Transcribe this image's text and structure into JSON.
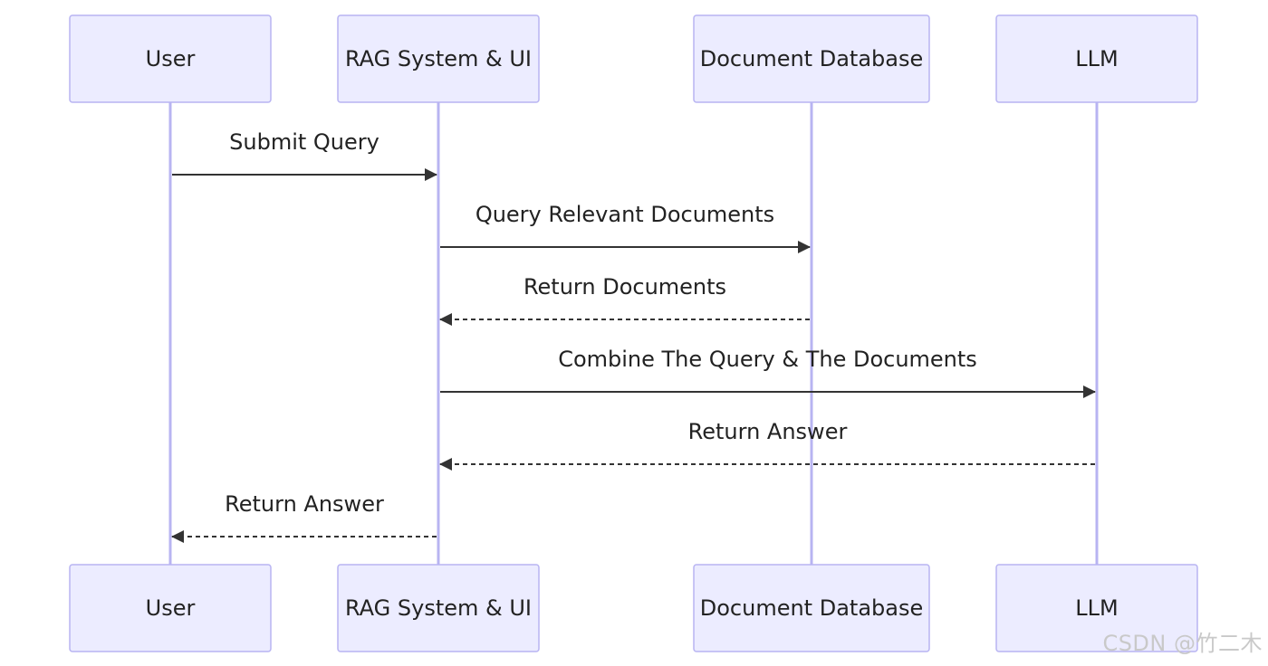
{
  "diagram": {
    "type": "sequence",
    "colors": {
      "box_fill": "#ececff",
      "box_stroke": "#b8b4f2",
      "lifeline": "#b8b4f2",
      "arrow": "#333333",
      "text": "#222222"
    },
    "participants": [
      {
        "id": "user",
        "label": "User"
      },
      {
        "id": "rag",
        "label": "RAG System & UI"
      },
      {
        "id": "db",
        "label": "Document Database"
      },
      {
        "id": "llm",
        "label": "LLM"
      }
    ],
    "messages": [
      {
        "from": "user",
        "to": "rag",
        "label": "Submit Query",
        "style": "solid"
      },
      {
        "from": "rag",
        "to": "db",
        "label": "Query Relevant Documents",
        "style": "solid"
      },
      {
        "from": "db",
        "to": "rag",
        "label": "Return Documents",
        "style": "dashed"
      },
      {
        "from": "rag",
        "to": "llm",
        "label": "Combine The Query & The Documents",
        "style": "solid"
      },
      {
        "from": "llm",
        "to": "rag",
        "label": "Return Answer",
        "style": "dashed"
      },
      {
        "from": "rag",
        "to": "user",
        "label": "Return Answer",
        "style": "dashed"
      }
    ]
  },
  "watermark": {
    "text": "CSDN @竹二木"
  }
}
